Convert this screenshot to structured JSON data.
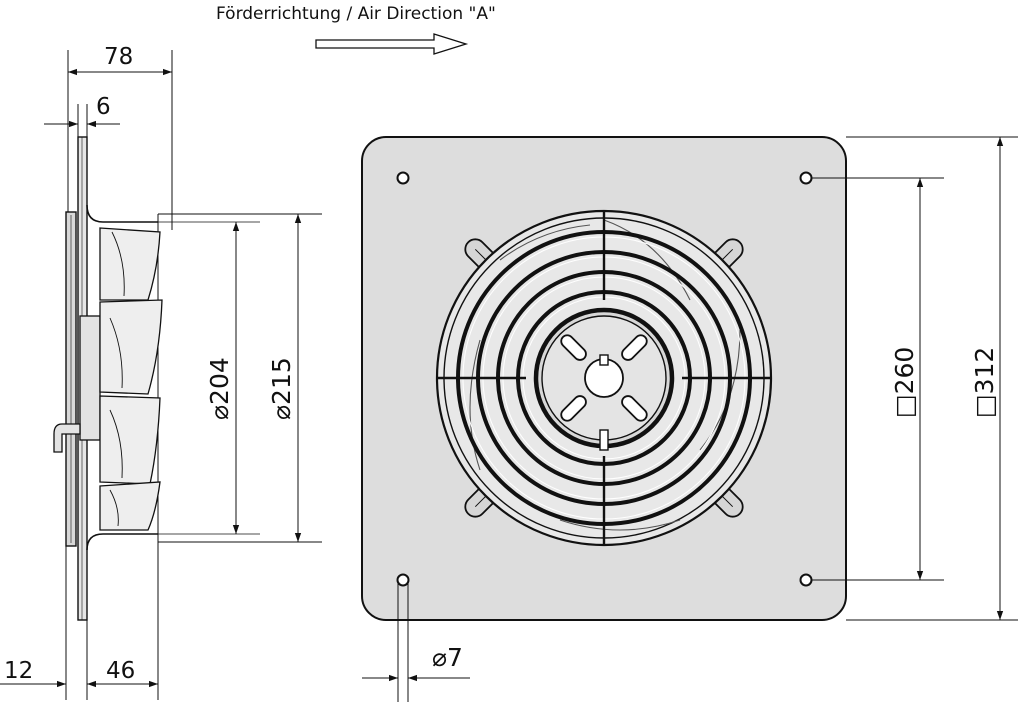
{
  "header": {
    "air_direction": "Förderrichtung / Air Direction \"A\""
  },
  "side_view": {
    "dim_total_depth": "78",
    "dim_plate": "6",
    "dim_front": "12",
    "dim_depth": "46",
    "dia_inner": "⌀204",
    "dia_outer": "⌀215"
  },
  "front_view": {
    "hole_spacing": "□260",
    "plate_size": "□312",
    "hole_dia": "⌀7"
  },
  "colors": {
    "plate_fill": "#dddddd",
    "line": "#111111",
    "blade_fill": "#eeeeee"
  }
}
